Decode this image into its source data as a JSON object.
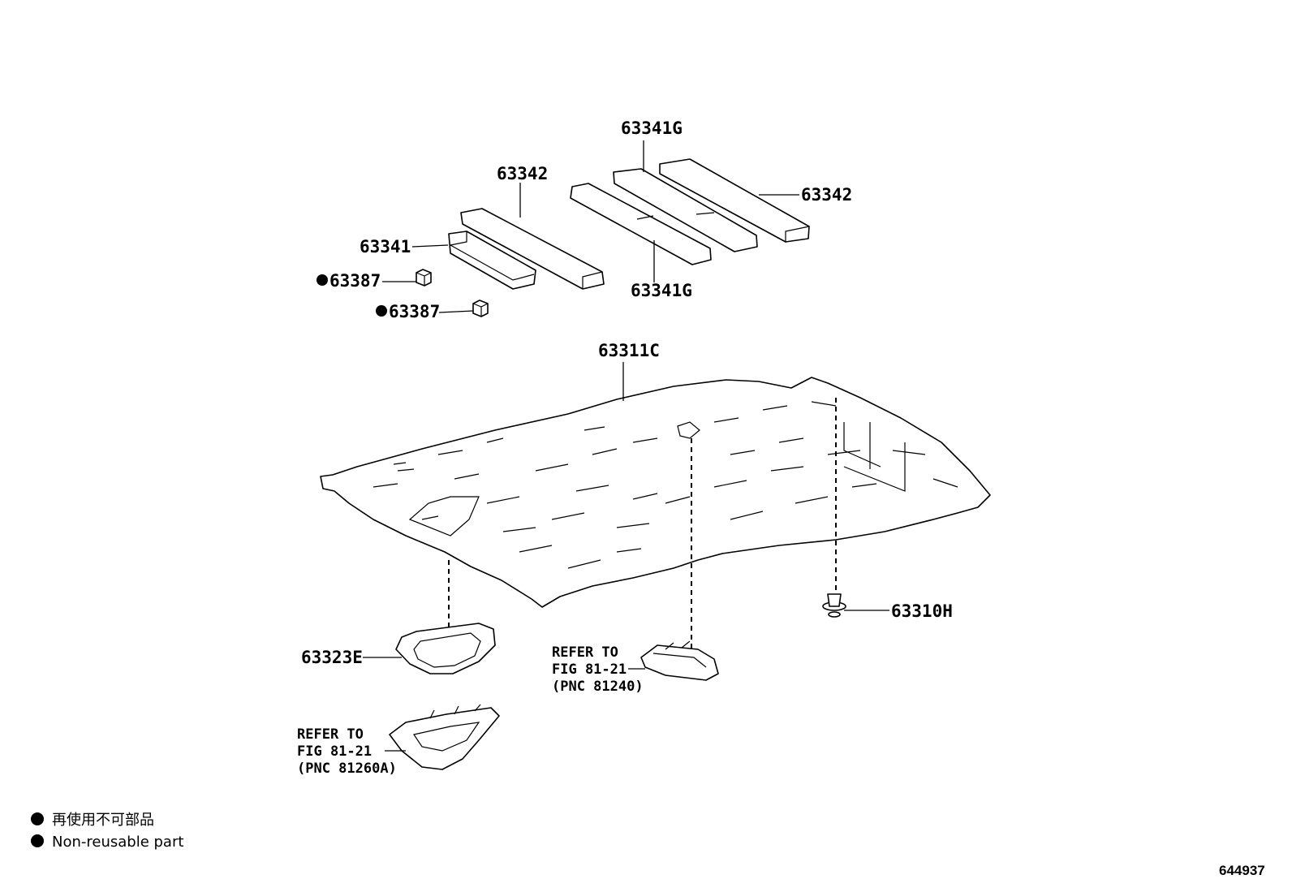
{
  "callouts": {
    "c_63341g_top": "63341G",
    "c_63342_mid": "63342",
    "c_63342_right": "63342",
    "c_63341": "63341",
    "c_63387_a": "63387",
    "c_63387_b": "63387",
    "c_63341g_bottom": "63341G",
    "c_63311c": "63311C",
    "c_63310h": "63310H",
    "c_63323e": "63323E"
  },
  "references": {
    "ref_a": {
      "line1": "REFER TO",
      "line2": "FIG 81-21",
      "line3": "(PNC 81240)"
    },
    "ref_b": {
      "line1": "REFER TO",
      "line2": "FIG 81-21",
      "line3": "(PNC 81260A)"
    }
  },
  "legend": {
    "jp": "再使用不可部品",
    "en": "Non-reusable part"
  },
  "figure_number": "644937",
  "colors": {
    "ink": "#000000",
    "paper": "#ffffff"
  }
}
